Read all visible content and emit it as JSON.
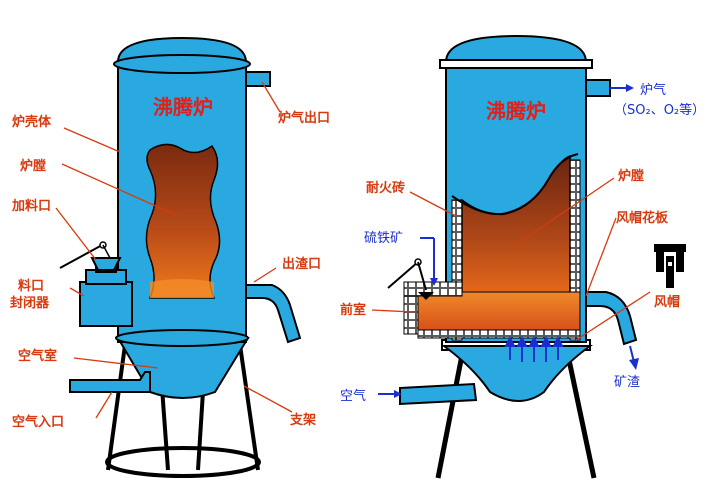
{
  "left_furnace": {
    "title": "沸腾炉",
    "labels": {
      "shell": "炉壳体",
      "chamber": "炉膛",
      "feed_port": "加料口",
      "feed_seal_line1": "料口",
      "feed_seal_line2": "封闭器",
      "air_chamber": "空气室",
      "air_inlet": "空气入口",
      "gas_outlet": "炉气出口",
      "slag_outlet": "出渣口",
      "support": "支架"
    }
  },
  "right_furnace": {
    "title": "沸腾炉",
    "labels": {
      "gas": "炉气",
      "gas_note": "（SO₂、O₂等）",
      "chamber": "炉膛",
      "firebrick": "耐火砖",
      "pyrite": "硫铁矿",
      "cap_plate": "风帽花板",
      "front_chamber": "前室",
      "cap": "风帽",
      "air": "空气",
      "slag": "矿渣"
    }
  },
  "colors": {
    "body": "#2aa9e0",
    "fire": "#e8661a",
    "red_label": "#d83a10",
    "blue_label": "#1a2fd0"
  }
}
